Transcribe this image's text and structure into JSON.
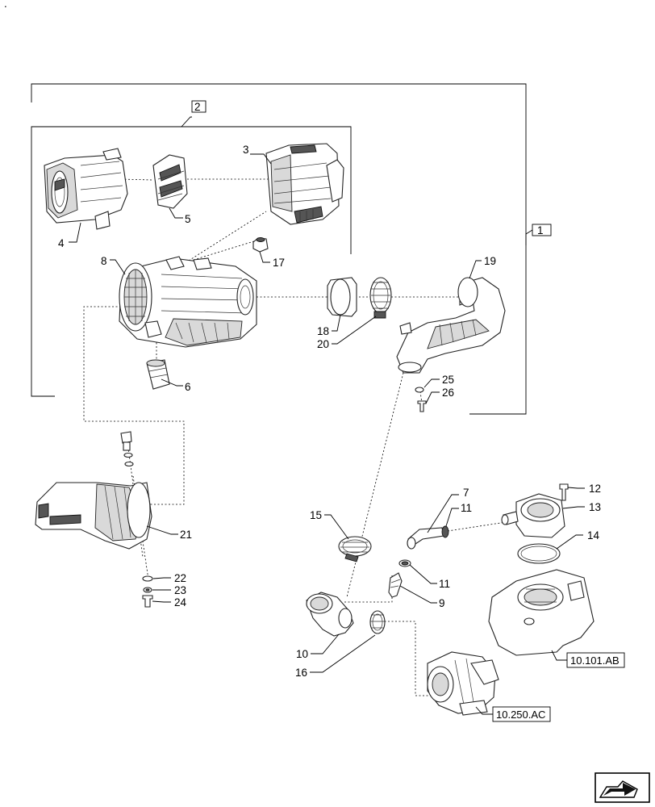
{
  "corner_mark": ".",
  "groups": [
    {
      "id": "group-1",
      "label": "1"
    },
    {
      "id": "group-2",
      "label": "2"
    }
  ],
  "callouts": [
    "3",
    "4",
    "5",
    "6",
    "7",
    "8",
    "9",
    "10",
    "11",
    "11",
    "12",
    "13",
    "14",
    "15",
    "16",
    "17",
    "18",
    "19",
    "20",
    "21",
    "22",
    "23",
    "24",
    "25",
    "26"
  ],
  "references": [
    {
      "id": "ref-engine",
      "label": "10.101.AB"
    },
    {
      "id": "ref-turbo",
      "label": "10.250.AC"
    }
  ],
  "nav_icon": "previous-page-arrow-icon"
}
